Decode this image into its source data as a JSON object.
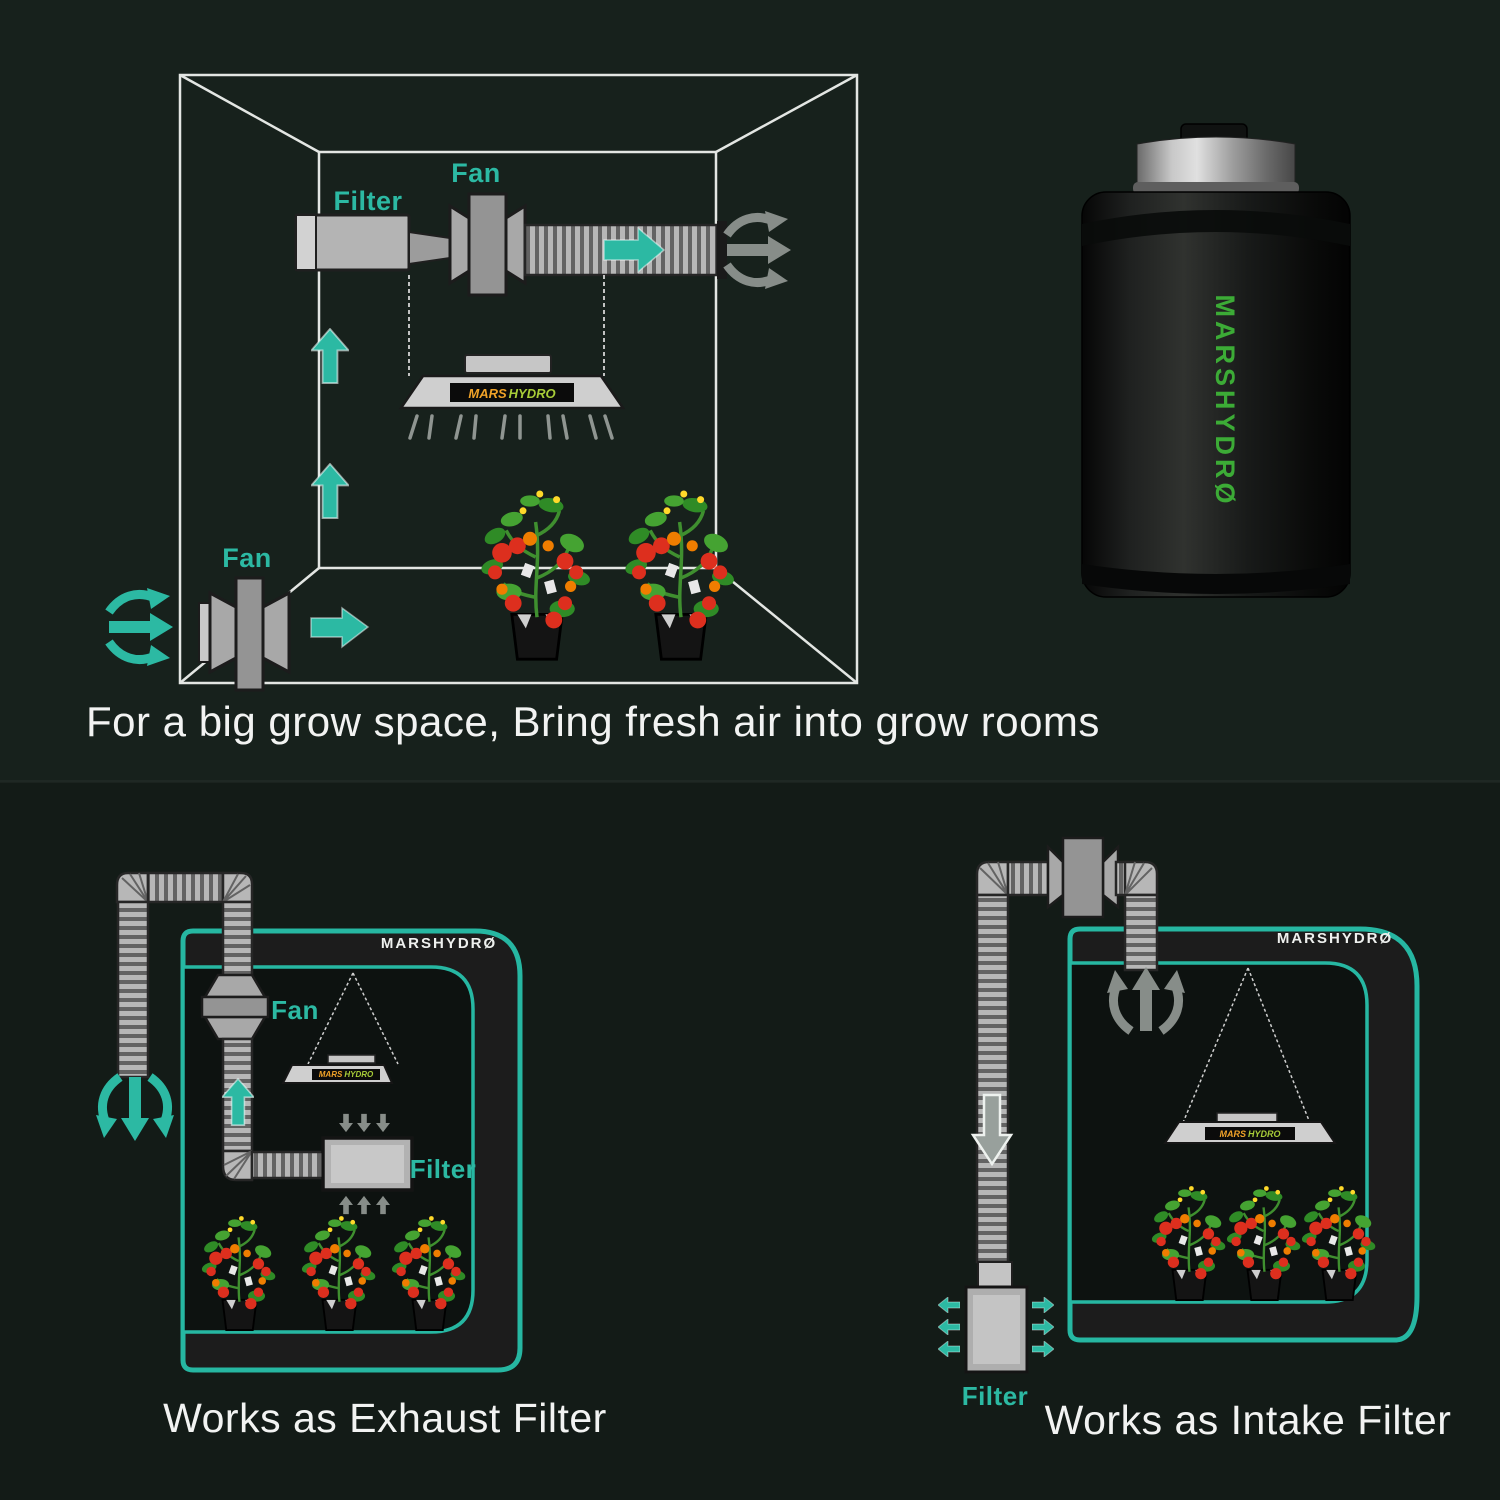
{
  "colors": {
    "accent_teal": "#2cb9a3",
    "tent_border": "#26b7a2",
    "logo_orange": "#f0a228",
    "logo_green": "#a8cc38",
    "product_text_green": "#3cab36",
    "background_top": "#17211c",
    "background_bottom": "#131b17"
  },
  "brand": {
    "tent_logo": "MARSHYDRØ",
    "light_logo_mars": "MARS",
    "light_logo_hydro": "HYDRO",
    "product_side_text": "MARSHYDRØ"
  },
  "room_diagram": {
    "filter_label": "Filter",
    "top_fan_label": "Fan",
    "left_fan_label": "Fan"
  },
  "main_caption": "For a big grow space, Bring fresh air into grow rooms",
  "exhaust_diagram": {
    "fan_label": "Fan",
    "filter_label": "Filter",
    "caption": "Works as Exhaust Filter"
  },
  "intake_diagram": {
    "filter_label": "Filter",
    "caption": "Works as Intake Filter"
  }
}
